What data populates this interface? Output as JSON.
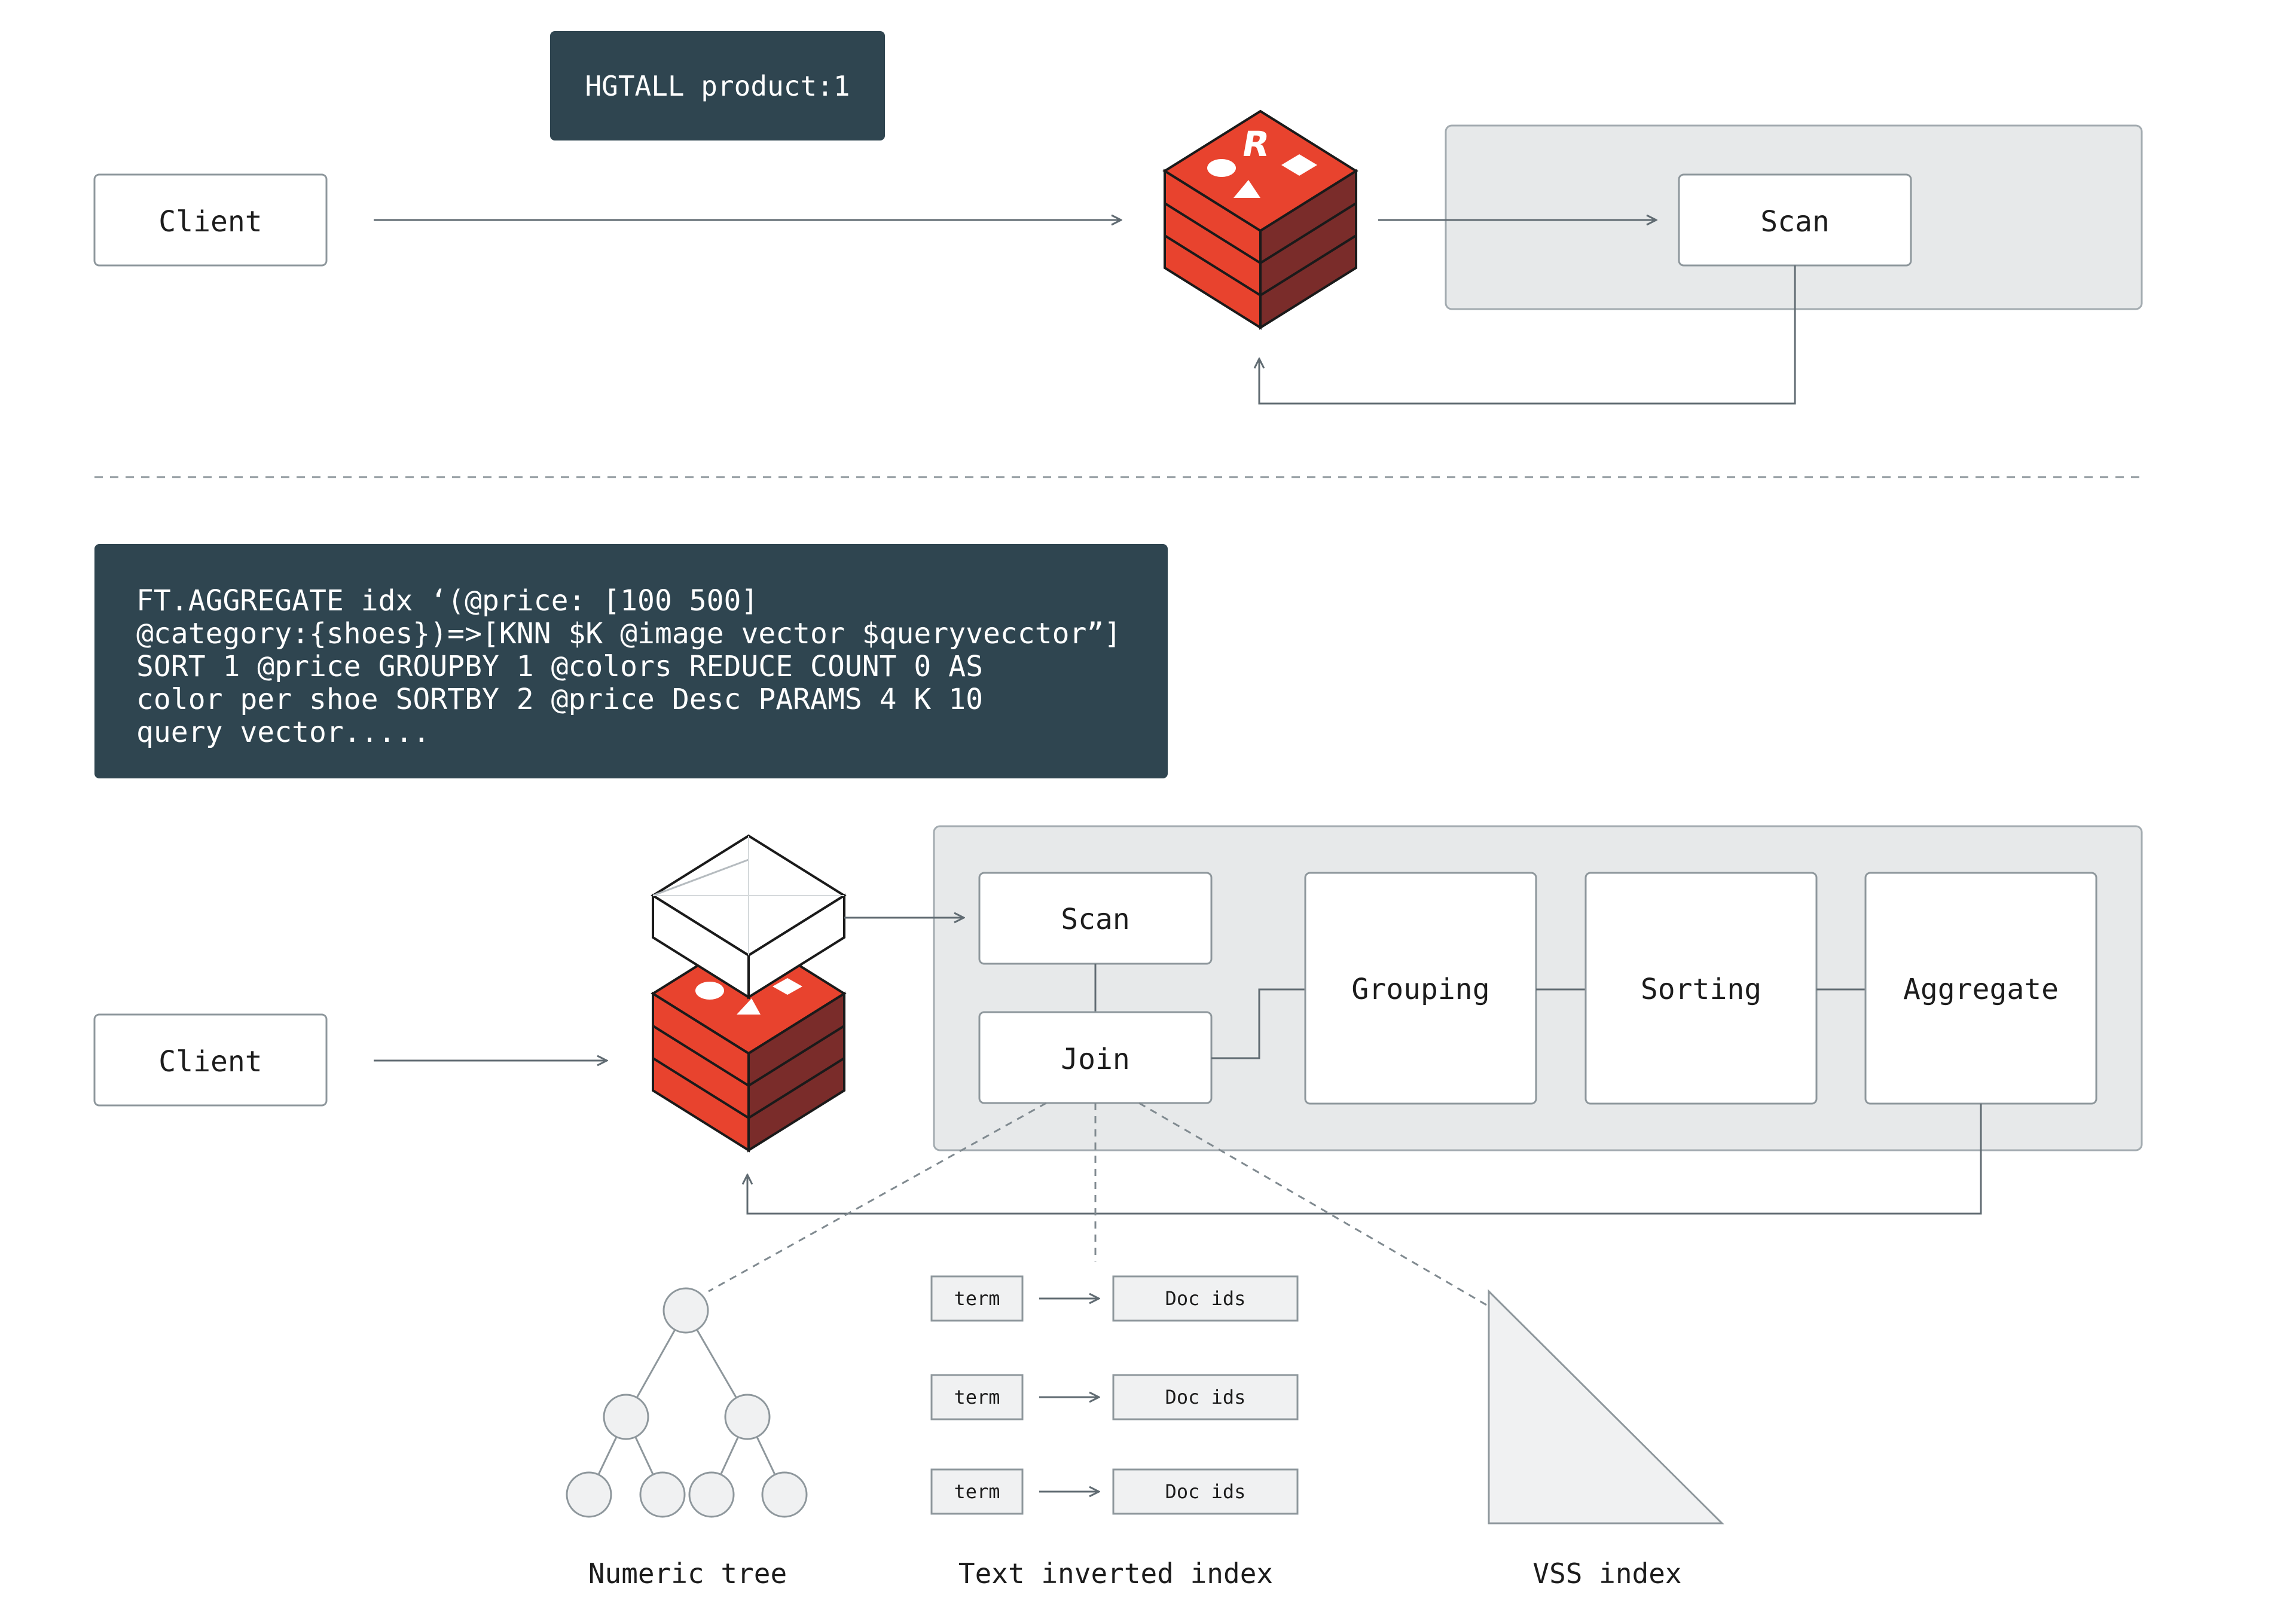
{
  "top": {
    "command": "HGTALL product:1",
    "client_label": "Client",
    "scan_label": "Scan"
  },
  "bottom": {
    "command_lines": [
      "FT.AGGREGATE idx ‘(@price: [100 500]",
      "@category:{shoes})=>[KNN $K @image vector $queryvecctor”]",
      "SORT 1 @price GROUPBY 1 @colors REDUCE COUNT 0 AS",
      "color per shoe SORTBY 2 @price Desc PARAMS 4 K 10",
      "query vector....."
    ],
    "client_label": "Client",
    "scan_label": "Scan",
    "join_label": "Join",
    "grouping_label": "Grouping",
    "sorting_label": "Sorting",
    "aggregate_label": "Aggregate",
    "index_rows": [
      {
        "term": "term",
        "doc": "Doc ids"
      },
      {
        "term": "term",
        "doc": "Doc ids"
      },
      {
        "term": "term",
        "doc": "Doc ids"
      }
    ],
    "captions": {
      "numeric_tree": "Numeric tree",
      "text_index": "Text inverted index",
      "vss_index": "VSS index"
    }
  },
  "colors": {
    "dark_panel": "#2f4550",
    "redis_red": "#e8432e",
    "redis_dark": "#7a2c2a",
    "panel_gray": "#e7e9ea",
    "stroke": "#606b72"
  },
  "icons": [
    "redis-cube-icon",
    "transparent-cube-icon",
    "arrow-right-icon",
    "arrow-up-icon"
  ]
}
